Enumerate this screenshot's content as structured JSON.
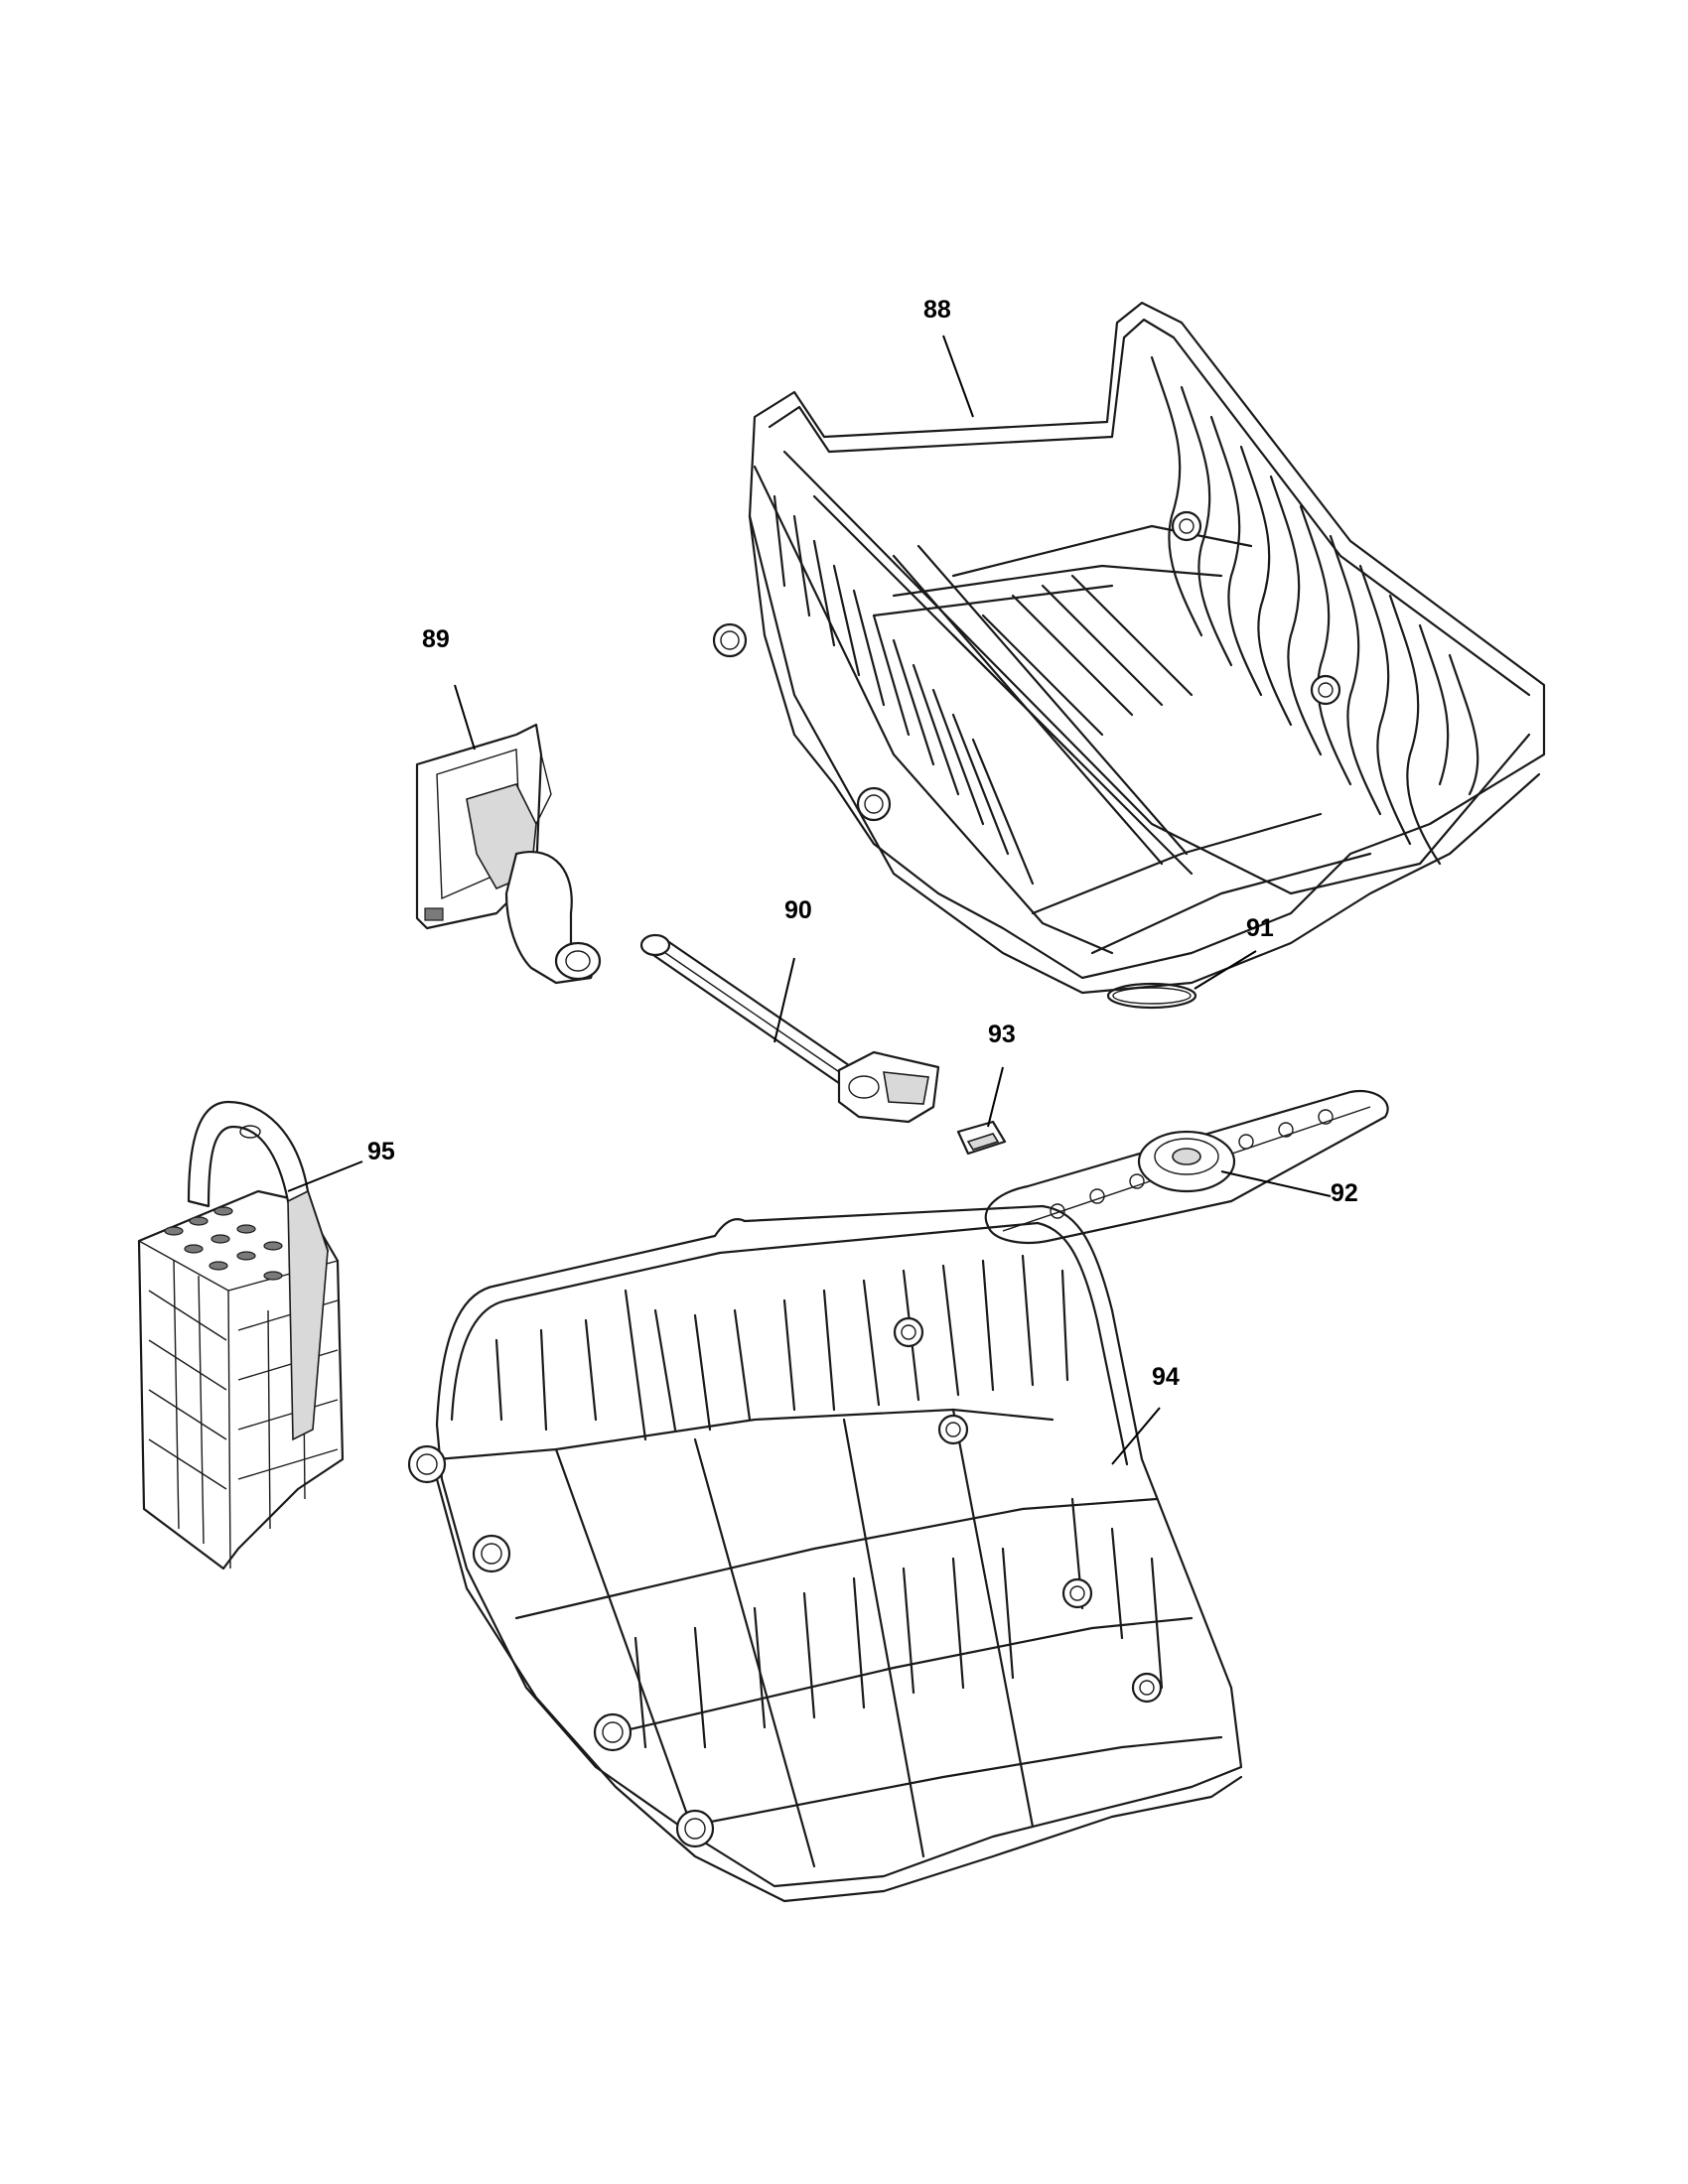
{
  "diagram": {
    "callouts": [
      {
        "id": "88",
        "label": "88"
      },
      {
        "id": "89",
        "label": "89"
      },
      {
        "id": "90",
        "label": "90"
      },
      {
        "id": "91",
        "label": "91"
      },
      {
        "id": "92",
        "label": "92"
      },
      {
        "id": "93",
        "label": "93"
      },
      {
        "id": "94",
        "label": "94"
      },
      {
        "id": "95",
        "label": "95"
      }
    ]
  }
}
